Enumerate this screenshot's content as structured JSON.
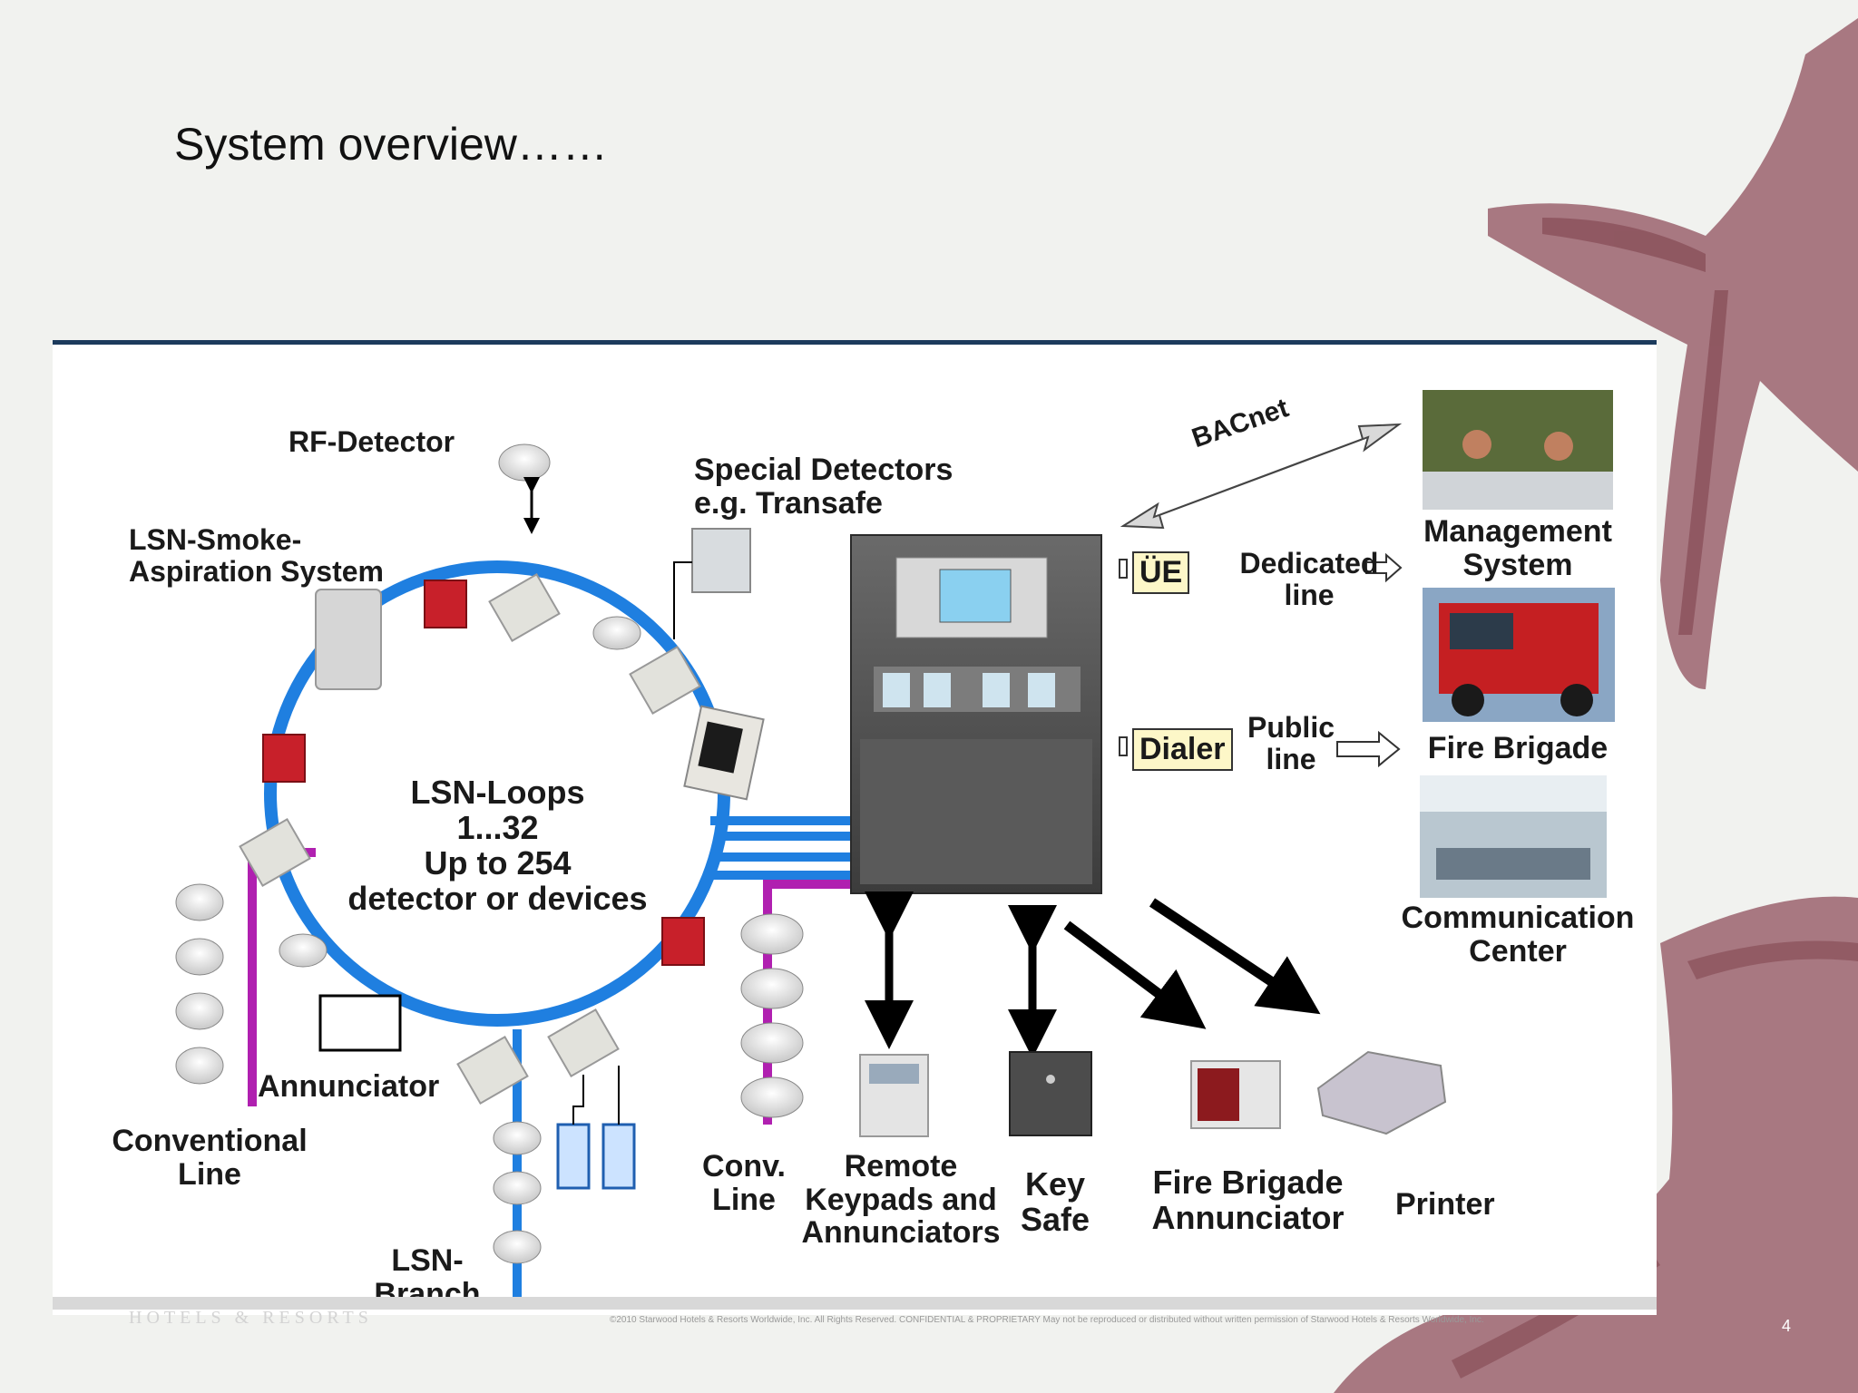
{
  "slide": {
    "title": "System overview……",
    "page_number": "4",
    "footer_brand": "HOTELS & RESORTS",
    "footer_copyright": "©2010 Starwood Hotels & Resorts Worldwide, Inc. All Rights Reserved. CONFIDENTIAL & PROPRIETARY May not be reproduced or distributed without written permission of Starwood Hotels & Resorts Worldwide, Inc."
  },
  "diagram": {
    "rf_detector": "RF-Detector",
    "aspiration": [
      "LSN-Smoke-",
      "Aspiration System"
    ],
    "special_detectors": [
      "Special Detectors",
      "e.g. Transafe"
    ],
    "loop_text": [
      "LSN-Loops",
      "1...32",
      "Up to 254",
      "detector or devices"
    ],
    "annunciator": "Annunciator",
    "conventional_line": [
      "Conventional",
      "Line"
    ],
    "lsn_branch": [
      "LSN-",
      "Branch"
    ],
    "conv_line": [
      "Conv.",
      "Line"
    ],
    "remote_keypads": [
      "Remote",
      "Keypads and",
      "Annunciators"
    ],
    "key_safe": [
      "Key",
      "Safe"
    ],
    "fire_brigade_annunciator": [
      "Fire Brigade",
      "Annunciator"
    ],
    "printer": "Printer",
    "bacnet": "BACnet",
    "ue": "ÜE",
    "dedicated_line": [
      "Dedicated",
      "line"
    ],
    "dialer": "Dialer",
    "public_line": [
      "Public",
      "line"
    ],
    "management_system": [
      "Management",
      "System"
    ],
    "fire_brigade": "Fire Brigade",
    "communication_center": [
      "Communication",
      "Center"
    ]
  },
  "colors": {
    "loop": "#1f7fe0",
    "conventional": "#b020b0",
    "manual_call_point": "#c8202a",
    "header_rule": "#1c3a5c",
    "label_box": "#fdf7c8"
  }
}
